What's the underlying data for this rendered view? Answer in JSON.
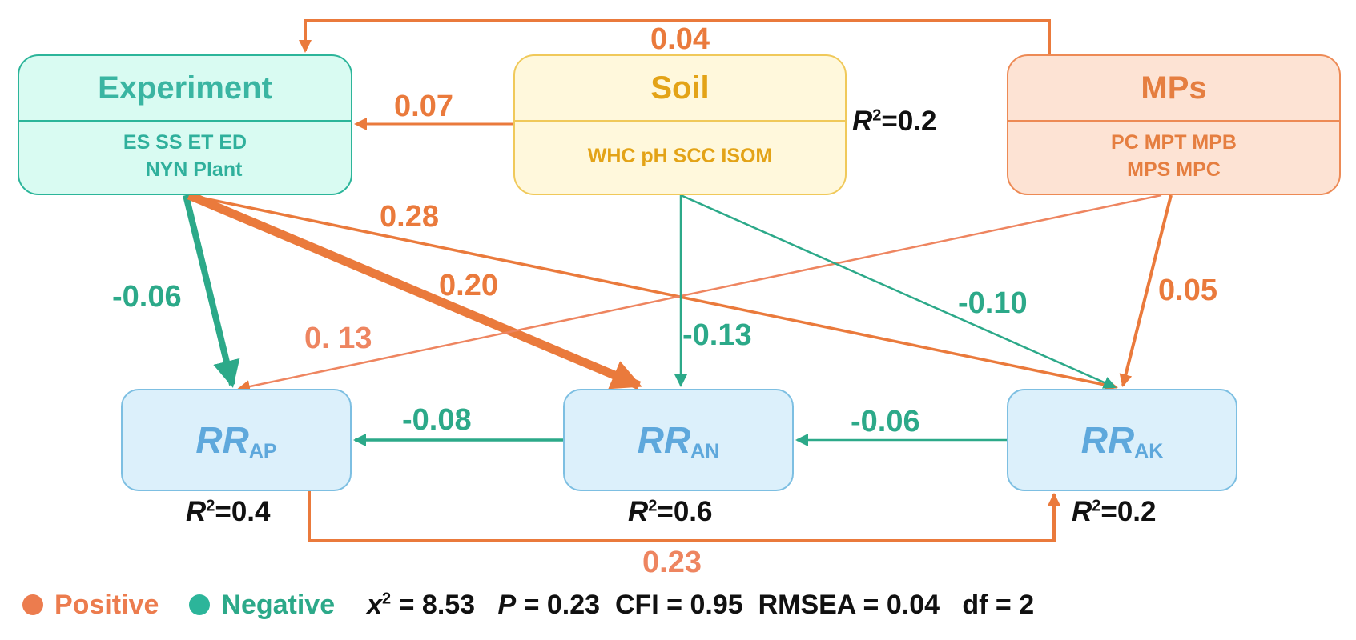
{
  "colors": {
    "positive": "#ea7a3c",
    "negative": "#2ca989",
    "experiment": "#2cb59a",
    "soil": "#e3a317",
    "mps": "#e57e40",
    "response": "#5ea8dc"
  },
  "boxes": {
    "experiment": {
      "title": "Experiment",
      "vars_line1": "ES SS ET ED",
      "vars_line2": "NYN Plant"
    },
    "soil": {
      "title": "Soil",
      "vars_line1": "WHC pH SCC ISOM"
    },
    "mps": {
      "title": "MPs",
      "vars_line1": "PC MPT MPB",
      "vars_line2": "MPS MPC"
    },
    "rr_ap": {
      "main": "RR",
      "sub": "AP"
    },
    "rr_an": {
      "main": "RR",
      "sub": "AN"
    },
    "rr_ak": {
      "main": "RR",
      "sub": "AK"
    }
  },
  "r_squared": {
    "label": "R",
    "exp": "2",
    "soil": "=0.2",
    "rr_ap": "=0.4",
    "rr_an": "=0.6",
    "rr_ak": "=0.2"
  },
  "paths": [
    {
      "from": "MPs",
      "to": "Experiment",
      "coef": "0.04",
      "sign": "positive"
    },
    {
      "from": "Soil",
      "to": "Experiment",
      "coef": "0.07",
      "sign": "positive"
    },
    {
      "from": "Experiment",
      "to": "RR_AP",
      "coef": "-0.06",
      "sign": "negative"
    },
    {
      "from": "Experiment",
      "to": "RR_AN",
      "coef": "0.20",
      "sign": "positive"
    },
    {
      "from": "Experiment",
      "to": "RR_AK",
      "coef": "0.28",
      "sign": "positive"
    },
    {
      "from": "MPs",
      "to": "RR_AP",
      "coef": "0. 13",
      "sign": "positive"
    },
    {
      "from": "Soil",
      "to": "RR_AN",
      "coef": "-0.13",
      "sign": "negative"
    },
    {
      "from": "Soil",
      "to": "RR_AK",
      "coef": "-0.10",
      "sign": "negative"
    },
    {
      "from": "MPs",
      "to": "RR_AK",
      "coef": "0.05",
      "sign": "positive"
    },
    {
      "from": "RR_AN",
      "to": "RR_AP",
      "coef": "-0.08",
      "sign": "negative"
    },
    {
      "from": "RR_AK",
      "to": "RR_AN",
      "coef": "-0.06",
      "sign": "negative"
    },
    {
      "from": "RR_AP",
      "to": "RR_AK",
      "coef": "0.23",
      "sign": "positive"
    }
  ],
  "legend": {
    "positive": "Positive",
    "negative": "Negative"
  },
  "fit": {
    "chi_symbol": "x",
    "chi_exp": "2",
    "chi_value": " = 8.53",
    "p_symbol": "P",
    "p_value": " = 0.23",
    "cfi": "CFI = 0.95",
    "rmsea": "RMSEA = 0.04",
    "df": "df = 2"
  }
}
